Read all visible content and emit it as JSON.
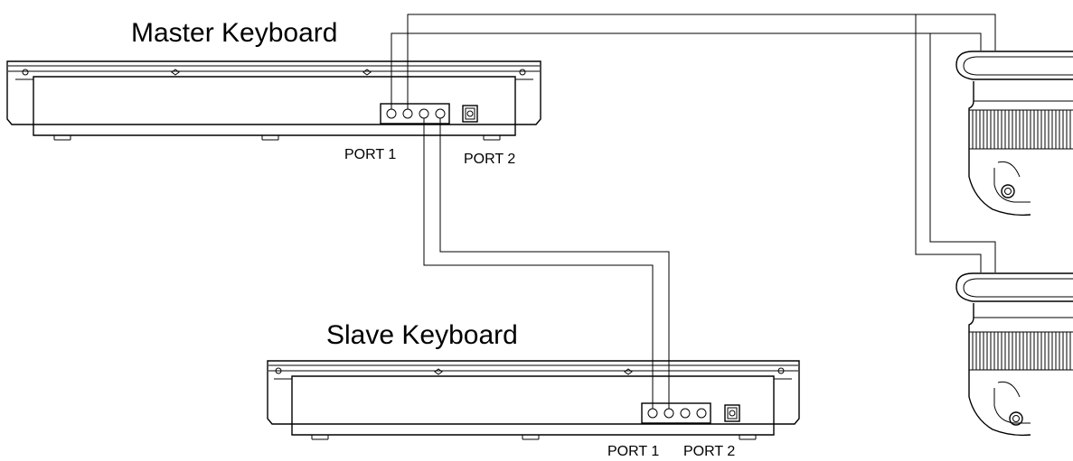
{
  "diagram": {
    "master": {
      "title": "Master Keyboard",
      "port1": "PORT 1",
      "port2": "PORT 2"
    },
    "slave": {
      "title": "Slave Keyboard",
      "port1": "PORT 1",
      "port2": "PORT 2"
    },
    "devices": [
      "dome-camera",
      "dome-camera"
    ]
  }
}
